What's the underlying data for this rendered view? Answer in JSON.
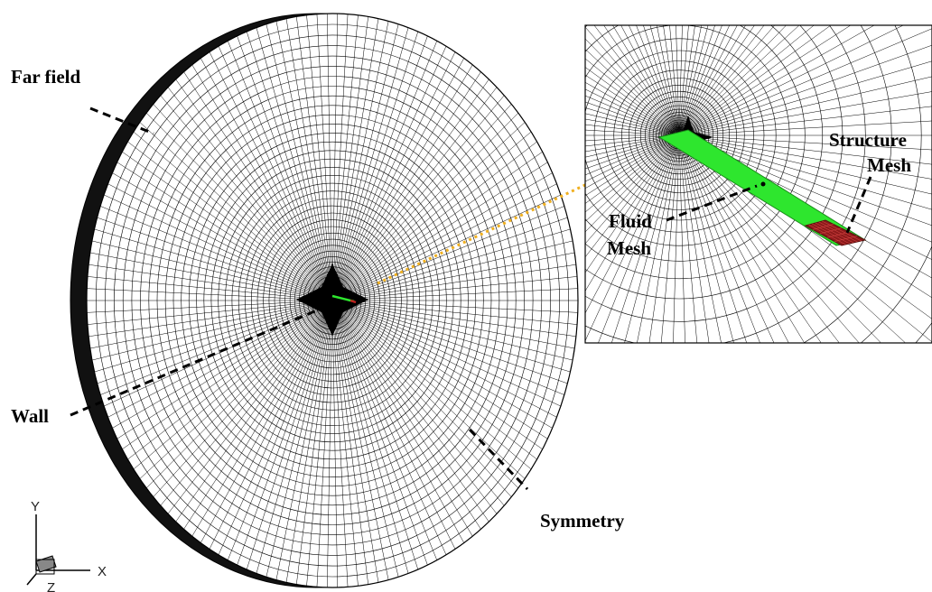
{
  "labels": {
    "far_field": "Far field",
    "wall": "Wall",
    "symmetry": "Symmetry",
    "fluid_mesh_line1": "Fluid",
    "fluid_mesh_line2": "Mesh",
    "structure_mesh_line1": "Structure",
    "structure_mesh_line2": "Mesh"
  },
  "axes_triad": {
    "y": "Y",
    "x": "X",
    "z": "Z"
  },
  "colors": {
    "mesh_line": "#000000",
    "wing_fill": "#2ee62e",
    "structure_fill": "#8b1a1a",
    "leader_line": "#000000",
    "zoom_connector": "#f0b020"
  }
}
